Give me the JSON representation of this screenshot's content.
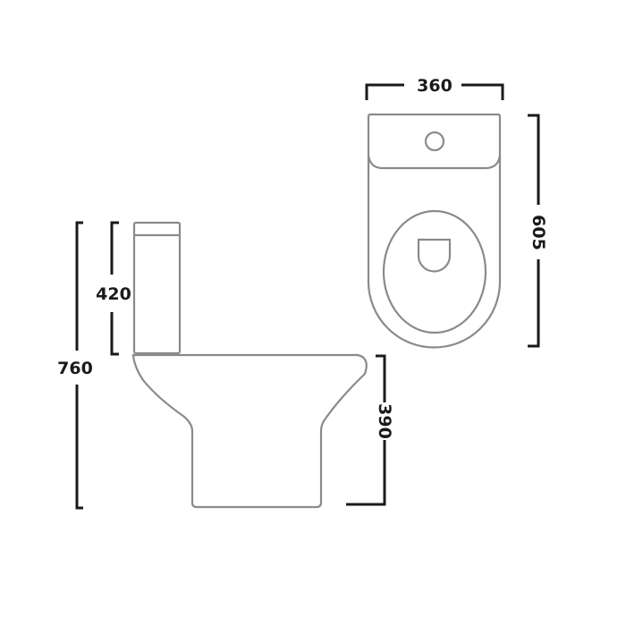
{
  "dimensions": {
    "side_total_height": "760",
    "cistern_height": "420",
    "pan_height": "390",
    "top_width": "360",
    "top_depth": "605"
  },
  "colors": {
    "dimension_line": "#1a1a1a",
    "outline": "#8a8a8a"
  }
}
